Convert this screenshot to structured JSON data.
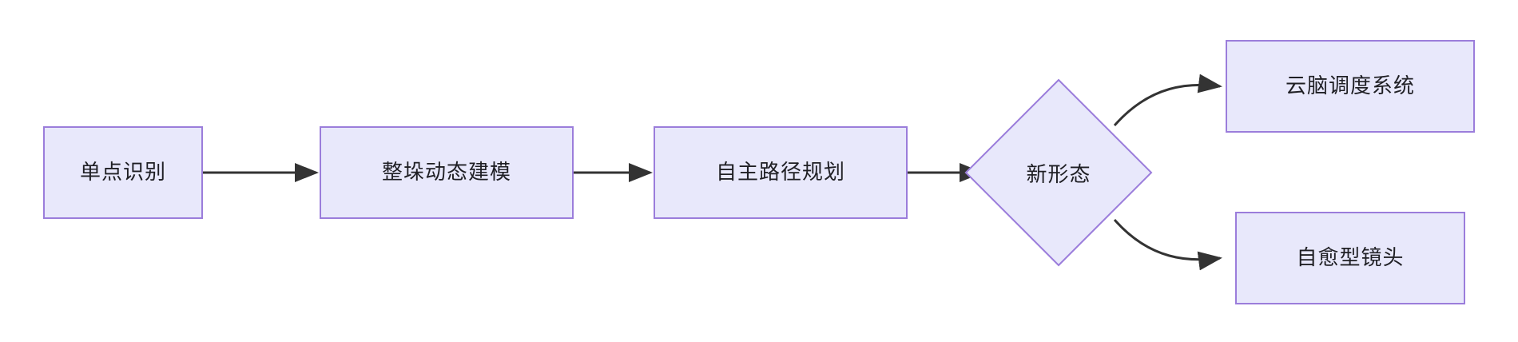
{
  "diagram": {
    "type": "flowchart",
    "direction": "left-to-right",
    "colors": {
      "node_fill": "#e8e8fb",
      "node_border": "#9b7ddb",
      "edge_stroke": "#333333",
      "text": "#1f1f24",
      "background": "#ffffff"
    },
    "nodes": [
      {
        "id": "n1",
        "label": "单点识别",
        "shape": "rectangle"
      },
      {
        "id": "n2",
        "label": "整垛动态建模",
        "shape": "rectangle"
      },
      {
        "id": "n3",
        "label": "自主路径规划",
        "shape": "rectangle"
      },
      {
        "id": "n4",
        "label": "新形态",
        "shape": "diamond"
      },
      {
        "id": "n5",
        "label": "云脑调度系统",
        "shape": "rectangle"
      },
      {
        "id": "n6",
        "label": "自愈型镜头",
        "shape": "rectangle"
      }
    ],
    "edges": [
      {
        "from": "n1",
        "to": "n2",
        "style": "straight",
        "arrow": "arrow-head-right"
      },
      {
        "from": "n2",
        "to": "n3",
        "style": "straight",
        "arrow": "arrow-head-right"
      },
      {
        "from": "n3",
        "to": "n4",
        "style": "straight",
        "arrow": "arrow-head-right"
      },
      {
        "from": "n4",
        "to": "n5",
        "style": "curved-up",
        "arrow": "arrow-head-right"
      },
      {
        "from": "n4",
        "to": "n6",
        "style": "curved-down",
        "arrow": "arrow-head-right"
      }
    ]
  }
}
